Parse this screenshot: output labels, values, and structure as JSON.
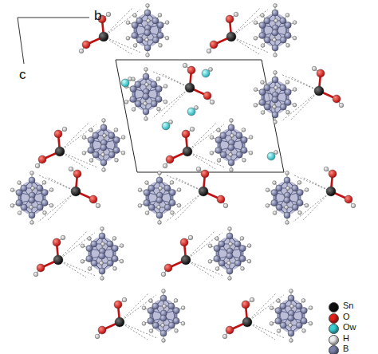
{
  "diagram": {
    "labels": [
      "b",
      "c"
    ],
    "legend": [
      {
        "text": "Sn",
        "color": "#111111"
      },
      {
        "text": "O",
        "color": "#e3211b"
      },
      {
        "text": "Ow",
        "color": "#38d0d4"
      },
      {
        "text": "H",
        "color": "#eeeeee"
      },
      {
        "text": "B",
        "color": "#7b80a8"
      }
    ]
  }
}
